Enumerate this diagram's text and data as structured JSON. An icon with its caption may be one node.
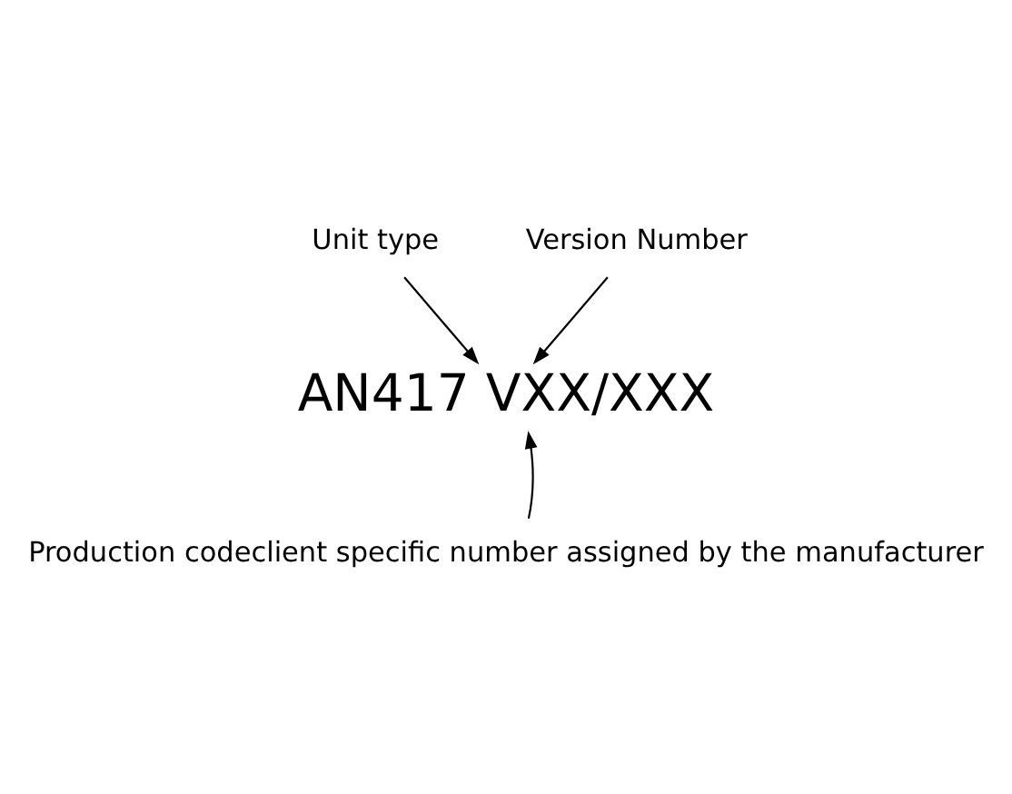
{
  "diagram": {
    "nodes": [
      {
        "text": [
          "Unit type"
        ]
      },
      {
        "text": [
          "Version Number"
        ]
      },
      {
        "text": [
          "AN417 VXX/XXX"
        ]
      },
      {
        "text": [
          "Production codeclient specific number assigned by the manufacturer"
        ]
      }
    ],
    "edges": [
      {
        "from": 0,
        "to": 2,
        "arrow": "to"
      },
      {
        "from": 1,
        "to": 2,
        "arrow": "to"
      },
      {
        "from": 3,
        "to": 2,
        "arrow": "to"
      }
    ]
  }
}
